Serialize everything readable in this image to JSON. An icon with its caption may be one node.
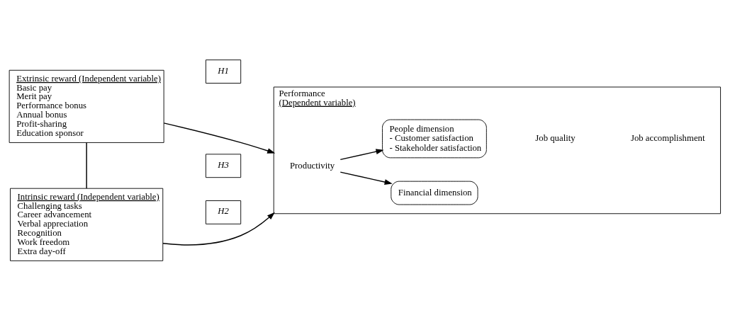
{
  "diagram": {
    "nodes": [
      {
        "text": [
          "Extrinsic reward (Independent variable)",
          "Basic pay",
          "Merit pay",
          "Performance bonus",
          "Annual bonus",
          "Profit-sharing",
          "Education sponsor"
        ]
      },
      {
        "text": [
          "H1"
        ]
      },
      {
        "text": [
          "H3"
        ]
      },
      {
        "text": [
          "Intrinsic reward (Independent variable)",
          "Challenging tasks",
          "Career advancement",
          "Verbal appreciation",
          "Recognition",
          "Work freedom",
          "Extra day-off"
        ]
      },
      {
        "text": [
          "H2"
        ]
      },
      {
        "text": [
          "Performance",
          "(Dependent variable)"
        ]
      },
      {
        "text": [
          "Productivity"
        ],
        "in": 5
      },
      {
        "text": [
          "Financial dimension"
        ],
        "in": 5
      },
      {
        "text": [
          "People dimension",
          "- Customer satisfaction",
          "- Stakeholder satisfaction"
        ],
        "in": 5
      }
    ],
    "edges": [
      {
        "from": 0,
        "to": 5,
        "arrow": "to"
      },
      {
        "from": 3,
        "to": 5,
        "arrow": "to"
      },
      {
        "from": 0,
        "to": 3,
        "arrow": "none"
      },
      {
        "from": 6,
        "to": 7,
        "arrow": "to"
      },
      {
        "from": 6,
        "to": 8,
        "arrow": "to"
      }
    ],
    "labels": [
      "Job quality",
      "Job accomplishment"
    ]
  }
}
